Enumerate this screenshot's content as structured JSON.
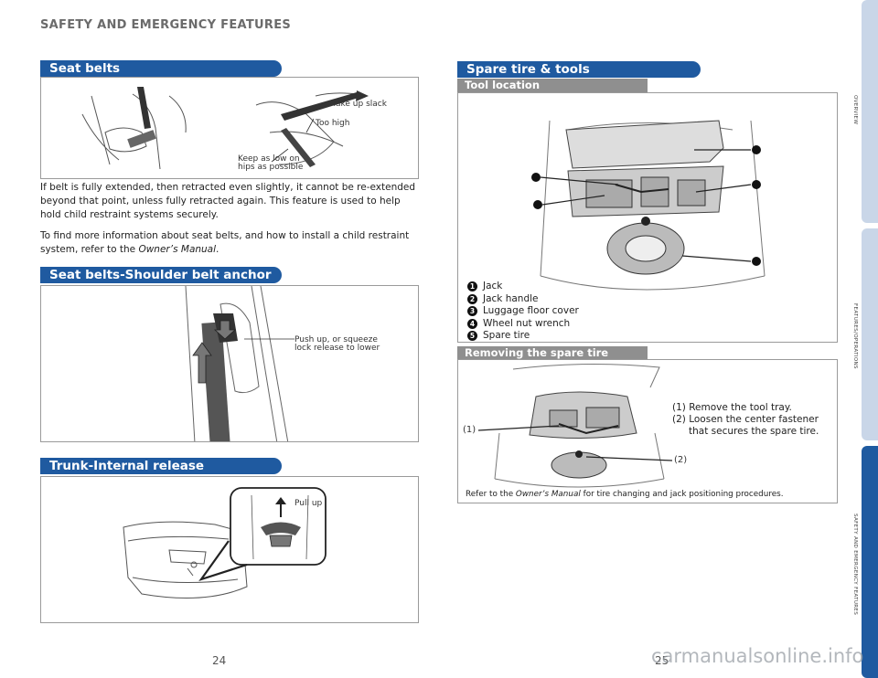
{
  "header": {
    "title": "SAFETY AND EMERGENCY FEATURES"
  },
  "left_page": {
    "seat_belts": {
      "title": "Seat belts",
      "callouts": {
        "take_up_slack": "Take up slack",
        "too_high": "Too high",
        "keep_low_1": "Keep as low on",
        "keep_low_2": "hips as possible"
      },
      "paragraph1": "If belt is fully extended, then retracted even slightly, it cannot be re-extended beyond that point, unless fully retracted again. This feature is used to help hold child restraint systems securely.",
      "paragraph2_pre": "To find more information about seat belts, and how to install a child restraint system, refer to the ",
      "paragraph2_em": "Owner’s Manual",
      "paragraph2_post": "."
    },
    "shoulder_anchor": {
      "title": "Seat belts-Shoulder belt anchor",
      "callout_1": "Push up, or squeeze",
      "callout_2": "lock release to lower"
    },
    "trunk_release": {
      "title": "Trunk-Internal release",
      "callout": "Pull up"
    },
    "page_number": "24"
  },
  "right_page": {
    "spare_tire": {
      "title": "Spare tire & tools",
      "tool_location": {
        "subtitle": "Tool location",
        "items": [
          {
            "num": "1",
            "label": "Jack"
          },
          {
            "num": "2",
            "label": "Jack handle"
          },
          {
            "num": "3",
            "label": "Luggage floor cover"
          },
          {
            "num": "4",
            "label": "Wheel nut wrench"
          },
          {
            "num": "5",
            "label": "Spare tire"
          }
        ]
      },
      "removing": {
        "subtitle": "Removing the spare tire",
        "step1": "(1) Remove the tool tray.",
        "step2": "(2) Loosen the center fastener that secures the spare tire.",
        "label1": "(1)",
        "label2": "(2)",
        "refer_pre": "Refer to the ",
        "refer_em": "Owner’s Manual",
        "refer_post": " for tire changing and jack positioning procedures."
      }
    },
    "page_number": "25"
  },
  "side_nav": {
    "overview": "OVERVIEW",
    "features": "FEATURES/OPERATIONS",
    "safety": "SAFETY AND EMERGENCY FEATURES"
  },
  "watermark": "carmanualsonline.info"
}
